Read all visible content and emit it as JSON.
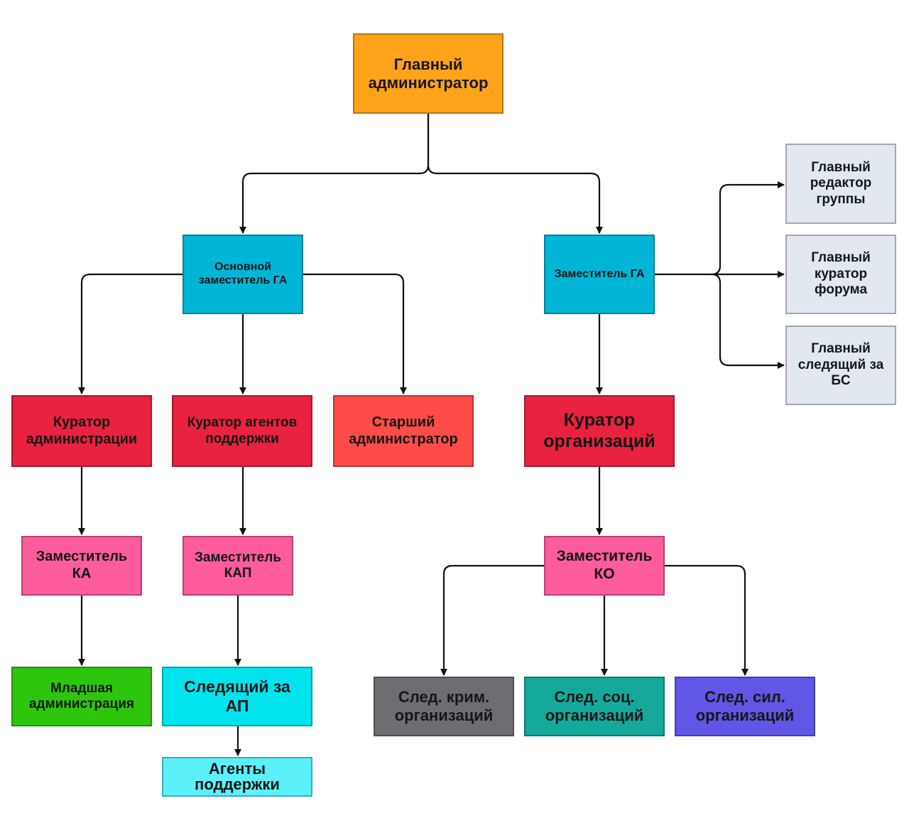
{
  "colors": {
    "root": "#FFA31A",
    "deputy": "#00B5D6",
    "curator": "#E8223F",
    "senior": "#FF4C48",
    "sub_deputy": "#FF5C9E",
    "junior": "#2DC60C",
    "tracker": "#00E4EE",
    "agents": "#5BF0FA",
    "editor": "#E1E8EF",
    "crim": "#6D6E72",
    "soc": "#14A99A",
    "sil": "#6156E6",
    "line": "#111111"
  },
  "nodes": {
    "root": "Главный\nадминистратор",
    "main_deputy": "Основной\nзаместитель ГА",
    "deputy_ga": "Заместитель ГА",
    "chief_editor": "Главный\nредактор\nгруппы",
    "chief_forum": "Главный\nкуратор\nфорума",
    "chief_tracker": "Главный\nследящий за\nБС",
    "curator_admin": "Куратор\nадминистрации",
    "curator_agents": "Куратор агентов\nподдержки",
    "senior_admin": "Старший\nадминистратор",
    "curator_org": "Куратор\nорганизаций",
    "deputy_ka": "Заместитель\nКА",
    "deputy_kap": "Заместитель\nКАП",
    "deputy_ko": "Заместитель\nКО",
    "junior_admin": "Младшая\nадминистрация",
    "tracker_ap": "Следящий за\nАП",
    "support_agents": "Агенты\nподдержки",
    "crim_org": "След. крим.\nорганизаций",
    "soc_org": "След. соц.\nорганизаций",
    "sil_org": "След. сил.\nорганизаций"
  }
}
